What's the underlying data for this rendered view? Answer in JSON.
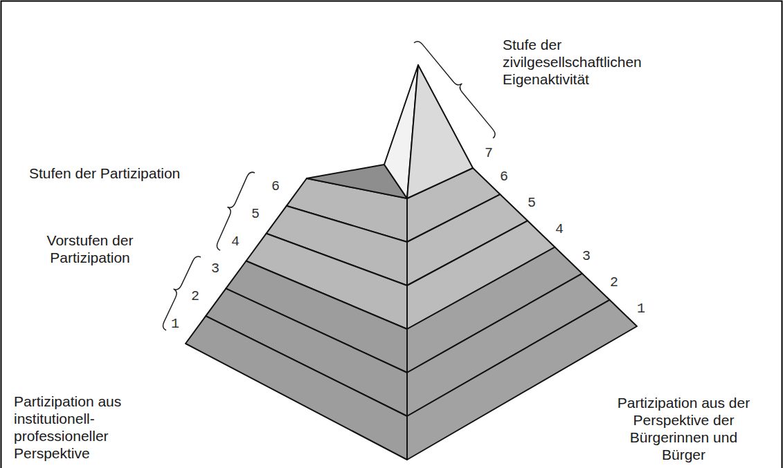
{
  "diagram": {
    "labels": [
      "Stufe der zivilgesellschaftlichen Eigenaktivität",
      "7",
      "Stufen der Partizipation",
      "6",
      "6",
      "5",
      "5",
      "4",
      "4",
      "Vorstufen der Partizipation",
      "3",
      "3",
      "2",
      "2",
      "1",
      "1",
      "Partizipation aus institutionell-professioneller Perspektive",
      "Partizipation aus der Perspektive der Bürgerinnen und Bürger"
    ]
  }
}
